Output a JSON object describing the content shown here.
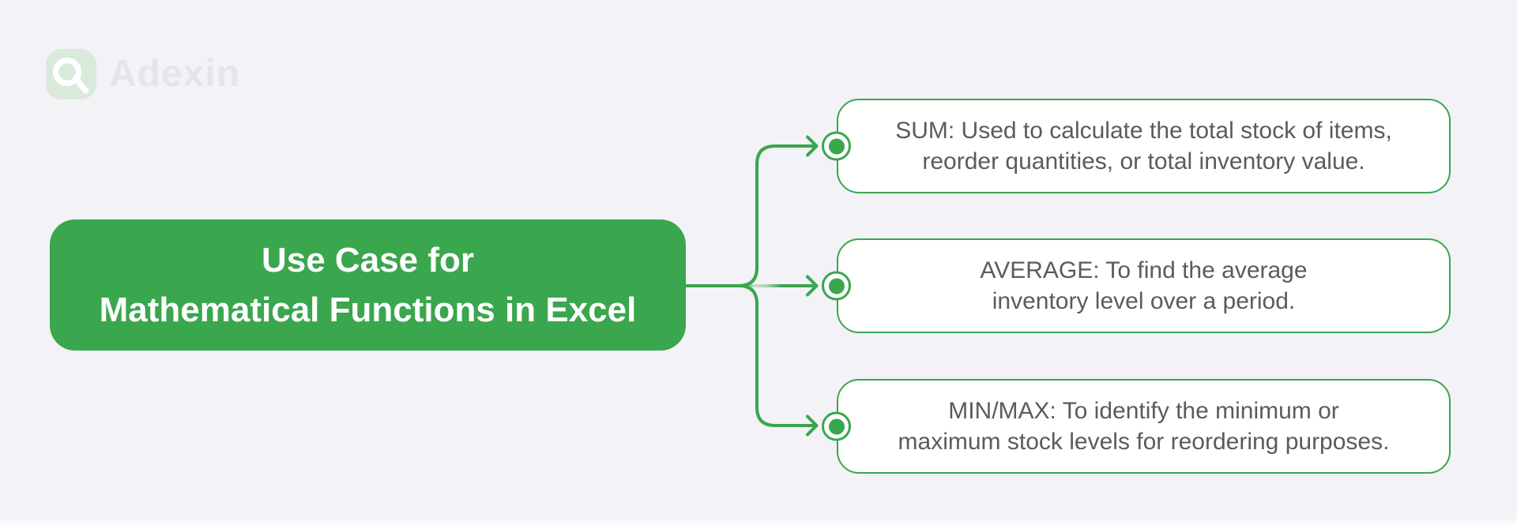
{
  "colors": {
    "bg": "#f2f2f7",
    "green": "#3aa64d",
    "tile": "#d9e9da",
    "brand": "#e4e4e9",
    "text": "#5a5b5d",
    "white": "#ffffff",
    "strip": "#fafafc"
  },
  "logo": {
    "brand": "Adexin",
    "icon": "adexin-a-icon"
  },
  "main_node": {
    "line1": "Use Case for",
    "line2": "Mathematical Functions in Excel"
  },
  "branches": [
    {
      "id": "sum",
      "line1": "SUM: Used to calculate the total stock of items,",
      "line2": "reorder quantities, or total inventory value."
    },
    {
      "id": "average",
      "line1": "AVERAGE: To find the average",
      "line2": "inventory level over a period."
    },
    {
      "id": "minmax",
      "line1": "MIN/MAX: To identify the minimum or",
      "line2": "maximum stock levels for reordering purposes."
    }
  ]
}
